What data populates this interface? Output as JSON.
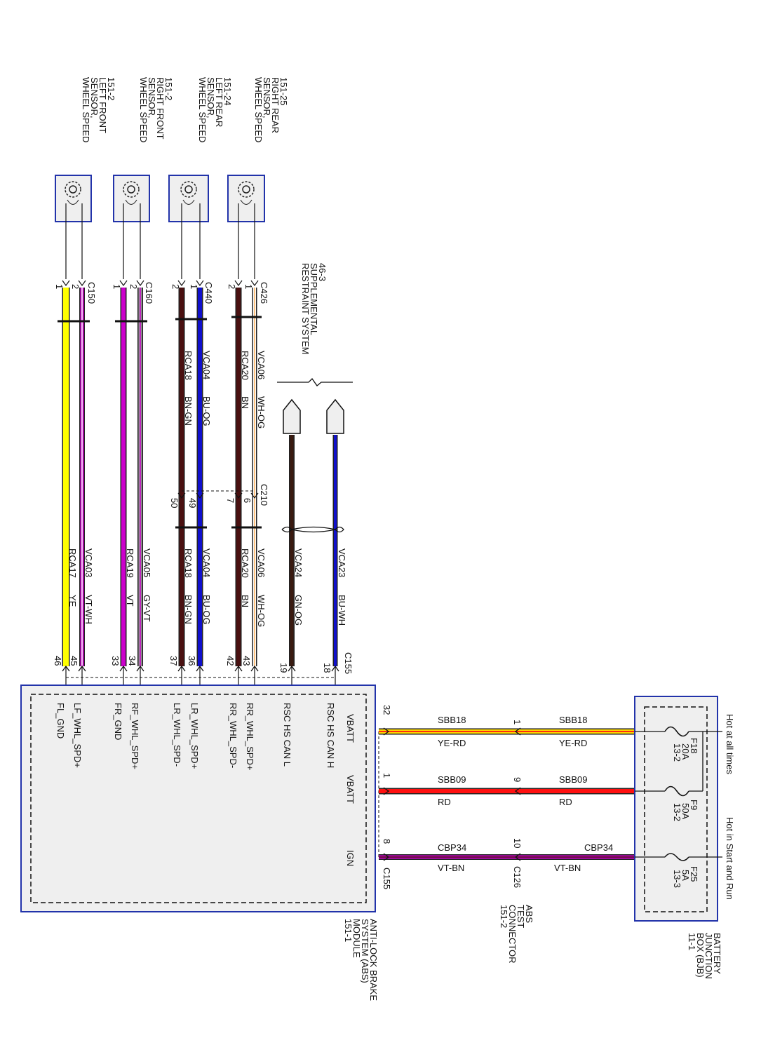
{
  "colors": {
    "module_border": "#2233aa",
    "module_fill": "#efefef",
    "YE": "#ffff00",
    "VT": "#cc00cc",
    "WH": "#ffffff",
    "GY": "#9a9a9a",
    "BN": "#4a1010",
    "GN": "#1a8a1a",
    "BU": "#1010cc",
    "OG": "#ff8800",
    "RD": "#ff1010"
  },
  "sensors": [
    {
      "title": "WHEEL SPEED",
      "lines": [
        "SENSOR,",
        "LEFT FRONT",
        "151-2"
      ],
      "connector": "C150",
      "pins": [
        "1",
        "2"
      ],
      "note": ""
    },
    {
      "title": "WHEEL SPEED",
      "lines": [
        "SENSOR,",
        "RIGHT FRONT",
        "151-2"
      ],
      "connector": "C160",
      "pins": [
        "1",
        "2"
      ],
      "note": ""
    },
    {
      "title": "WHEEL SPEED",
      "lines": [
        "SENSOR,",
        "LEFT REAR",
        "151-24"
      ],
      "connector": "C440",
      "pins": [
        "2",
        "1"
      ],
      "note": ""
    },
    {
      "title": "WHEEL SPEED",
      "lines": [
        "SENSOR,",
        "RIGHT REAR",
        "151-25"
      ],
      "connector": "C426",
      "pins": [
        "2",
        "1"
      ],
      "note": ""
    }
  ],
  "srs": {
    "lines": [
      "46-3",
      "SUPPLEMENTAL",
      "RESTRAINT SYSTEM"
    ]
  },
  "upper_wires": [
    {
      "circuit": "RCA18",
      "color": "BN-GN"
    },
    {
      "circuit": "VCA04",
      "color": "BU-OG"
    },
    {
      "circuit": "RCA20",
      "color": "BN"
    },
    {
      "circuit": "VCA06",
      "color": "WH-OG"
    }
  ],
  "c210": {
    "name": "C210",
    "pins": [
      "50",
      "49",
      "7",
      "6"
    ]
  },
  "lower_wires": [
    {
      "circuit": "RCA17",
      "color": "YE"
    },
    {
      "circuit": "VCA03",
      "color": "VT-WH"
    },
    {
      "circuit": "RCA19",
      "color": "VT"
    },
    {
      "circuit": "VCA05",
      "color": "GY-VT"
    },
    {
      "circuit": "RCA18",
      "color": "BN-GN"
    },
    {
      "circuit": "VCA04",
      "color": "BU-OG"
    },
    {
      "circuit": "RCA20",
      "color": "BN"
    },
    {
      "circuit": "VCA06",
      "color": "WH-OG"
    },
    {
      "circuit": "VCA24",
      "color": "GN-OG"
    },
    {
      "circuit": "VCA23",
      "color": "BU-WH"
    }
  ],
  "c155": {
    "name": "C155",
    "pins": [
      "46",
      "45",
      "33",
      "34",
      "37",
      "36",
      "42",
      "43",
      "19",
      "18"
    ]
  },
  "module_pins": [
    "FL_GND",
    "LF_WHL_SPD+",
    "FR_GND",
    "RF_WHL_SPD+",
    "LR_WHL_SPD-",
    "LR_WHL_SPD+",
    "RR_WHL_SPD-",
    "RR_WHL_SPD+",
    "RSC HS CAN L",
    "RSC HS CAN H"
  ],
  "module_right_pins": [
    {
      "name": "VBATT",
      "pin": "32"
    },
    {
      "name": "VBATT",
      "pin": "1"
    },
    {
      "name": "IGN",
      "pin": "8"
    }
  ],
  "module_connector": "C155",
  "module_label": [
    "ANTI-LOCK BRAKE",
    "SYSTEM (ABS)",
    "MODULE",
    "151-1"
  ],
  "power_wires": [
    {
      "circuit": "SBB18",
      "color": "YE-RD",
      "c126_pin": "1"
    },
    {
      "circuit": "SBB09",
      "color": "RD",
      "c126_pin": "9"
    },
    {
      "circuit": "CBP34",
      "color": "VT-BN",
      "c126_pin": "10"
    }
  ],
  "test_connector": {
    "name": "C126",
    "lines": [
      "ABS",
      "TEST",
      "CONNECTOR",
      "151-2"
    ]
  },
  "fuses": [
    {
      "name": "F18",
      "amps": "20A",
      "ref": "13-2"
    },
    {
      "name": "F9",
      "amps": "50A",
      "ref": "13-2"
    },
    {
      "name": "F25",
      "amps": "5A",
      "ref": "13-3"
    }
  ],
  "bjb_label": [
    "BATTERY",
    "JUNCTION",
    "BOX (BJB)",
    "11-1"
  ],
  "hot_labels": [
    "Hot at all times",
    "Hot in Start and Run"
  ]
}
